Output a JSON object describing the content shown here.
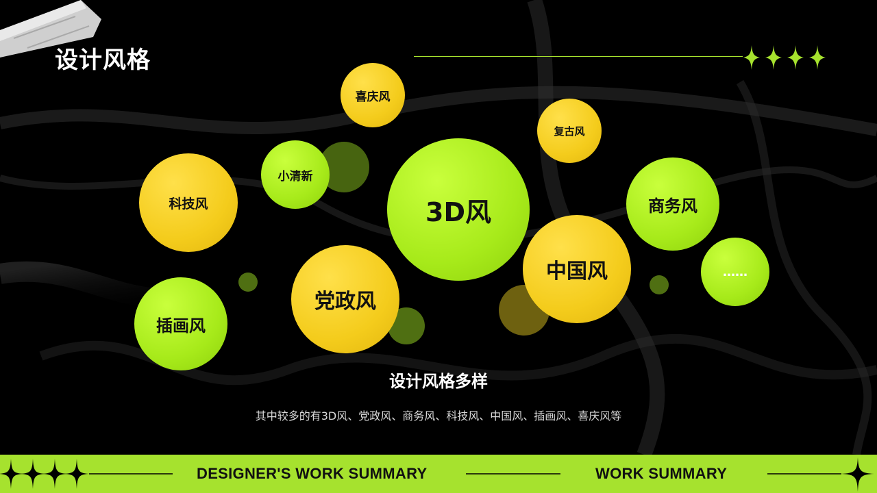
{
  "slide": {
    "title": "设计风格",
    "subtitle": "设计风格多样",
    "description": "其中较多的有3D风、党政风、商务风、科技风、中国风、插画风、喜庆风等"
  },
  "bubbles": {
    "xiqing": "喜庆风",
    "fugu": "复古风",
    "xiaoqingxin": "小清新",
    "keji": "科技风",
    "threed": "3D风",
    "shangwu": "商务风",
    "zhongguo": "中国风",
    "more": "……",
    "dangzheng": "党政风",
    "chahua": "插画风"
  },
  "footer": {
    "left_text": "DESIGNER'S WORK SUMMARY",
    "right_text": "WORK SUMMARY"
  },
  "colors": {
    "accent_green": "#a6e22e",
    "accent_yellow": "#f4cc1c",
    "background": "#000000"
  },
  "icons": {
    "header_decoration": "sparkle-star-icon",
    "corner_decoration": "tape-icon"
  }
}
